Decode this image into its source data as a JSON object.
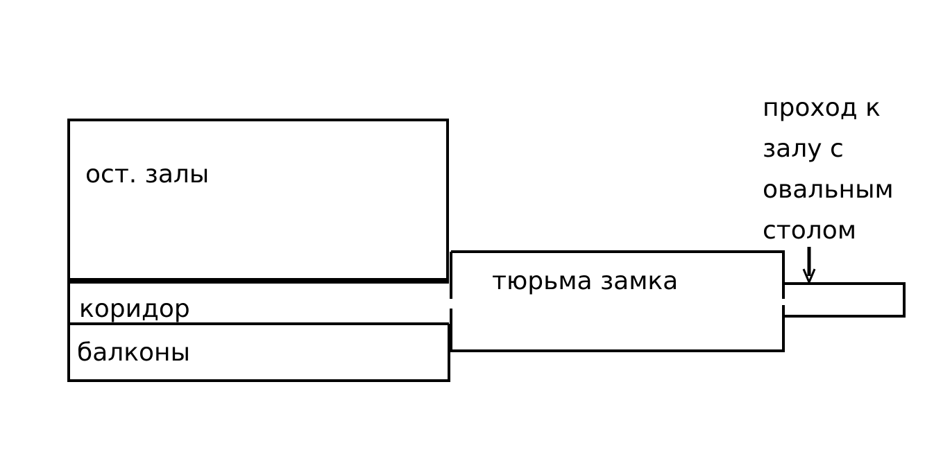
{
  "colors": {
    "background": "#ffffff",
    "stroke": "#000000"
  },
  "labels": {
    "halls": "ост. залы",
    "corridor": "коридор",
    "balconies": "балконы",
    "prison": "тюрьма замка",
    "passage_lines": [
      "проход к",
      "залу с",
      "овальным",
      "столом"
    ]
  }
}
